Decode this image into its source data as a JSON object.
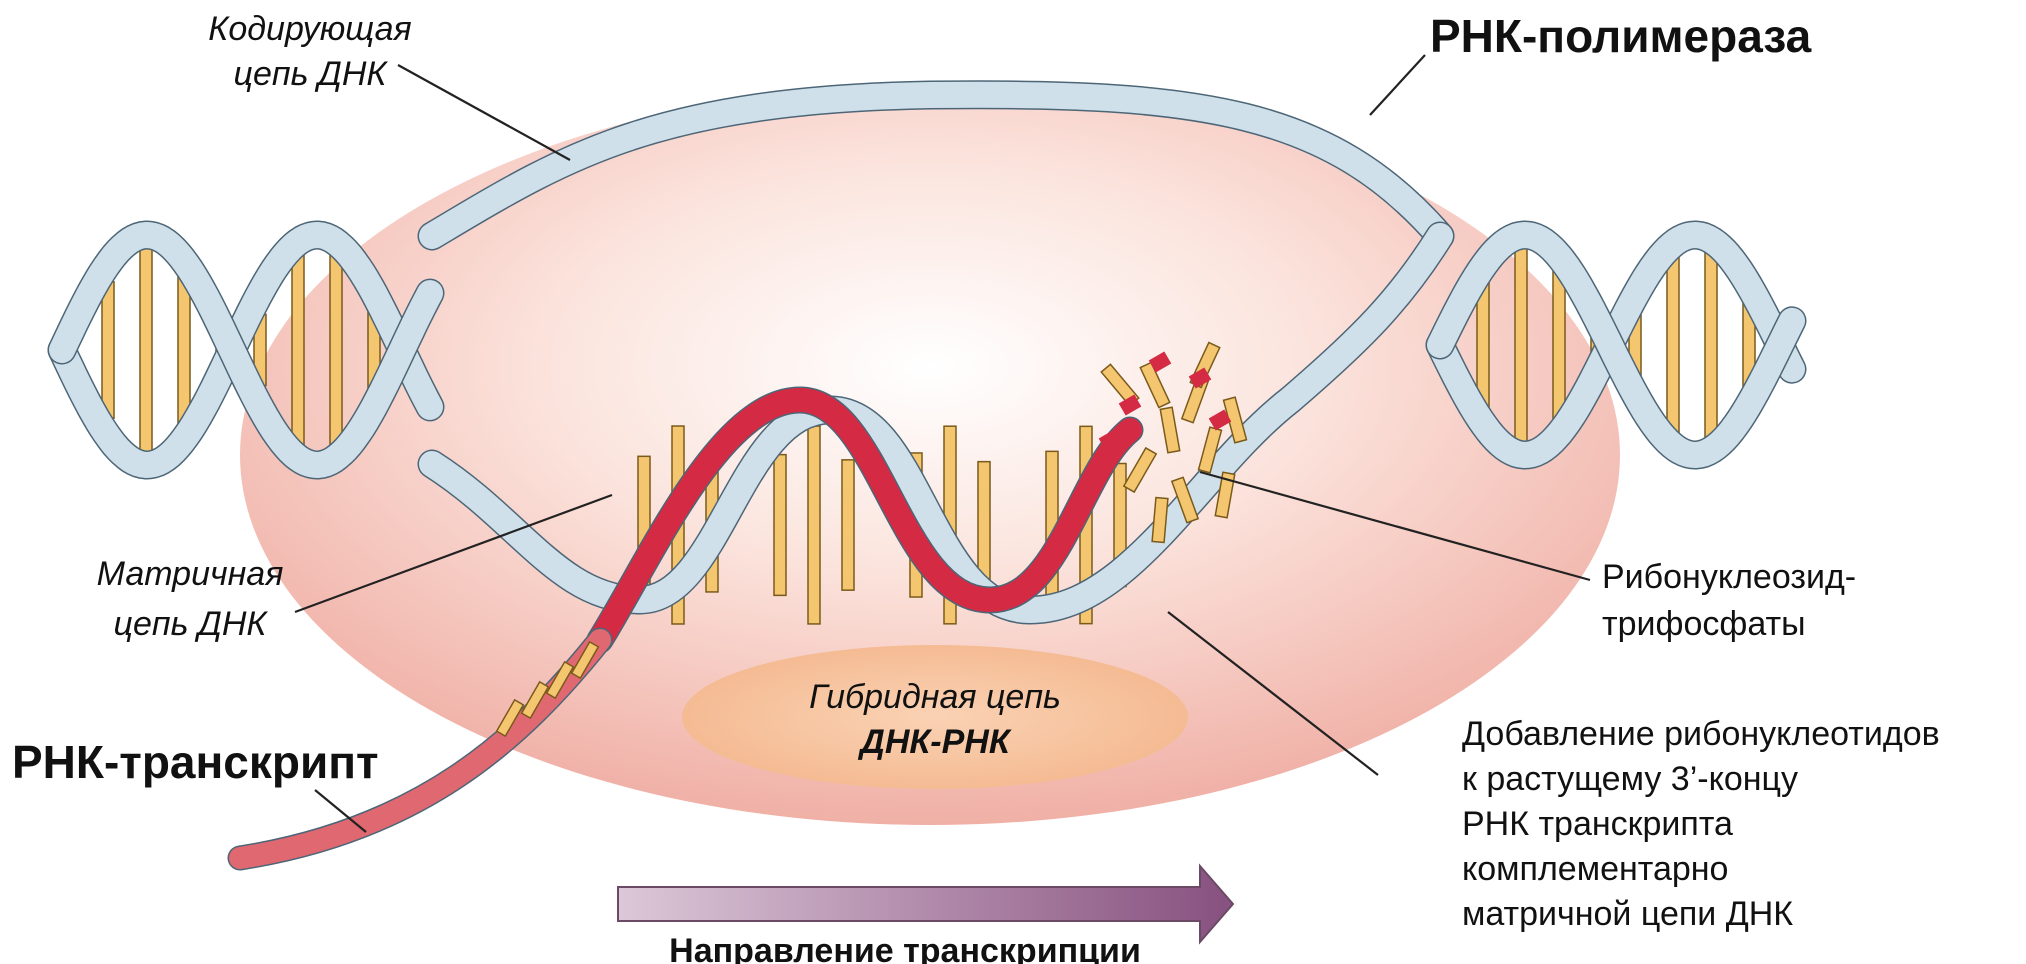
{
  "labels": {
    "coding_strand": [
      "Кодирующая",
      "цепь ДНК"
    ],
    "rna_polymerase": "РНК-полимераза",
    "template_strand": [
      "Матричная",
      "цепь ДНК"
    ],
    "rna_transcript": "РНК-транскрипт",
    "hybrid": [
      "Гибридная цепь",
      "ДНК-РНК"
    ],
    "ribonucleoside": [
      "Рибонуклеозид-",
      "трифосфаты"
    ],
    "addition": [
      "Добавление рибонуклеотидов",
      "к растущему 3’-концу",
      "РНК транскрипта",
      "комплементарно",
      "матричной цепи ДНК"
    ],
    "direction": "Направление транскрипции"
  },
  "colors": {
    "enzyme_outer": "#f0b4aa",
    "enzyme_inner": "#ffffff",
    "dna_strand": "#cfe0ea",
    "dna_edge": "#4d6677",
    "base_pair": "#f5c670",
    "rna_strand": "#d42a44",
    "rna_tail": "#e06870",
    "hybrid_fill": "#f6c098",
    "arrow_start": "#d8c3d4",
    "arrow_end": "#8c5685"
  }
}
